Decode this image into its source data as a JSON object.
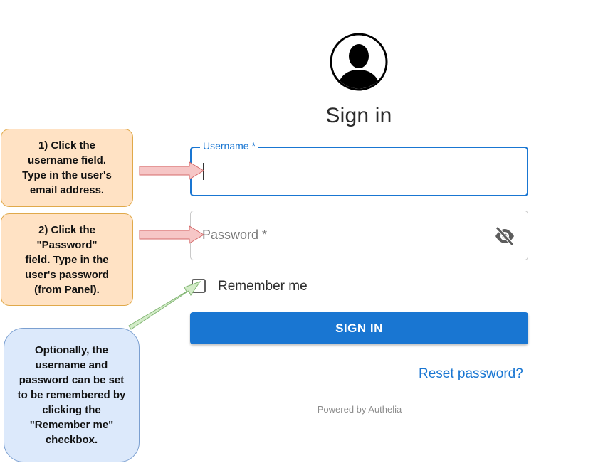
{
  "login": {
    "title": "Sign in",
    "username_label": "Username *",
    "password_label": "Password *",
    "remember_label": "Remember me",
    "signin_button": "SIGN IN",
    "reset_link": "Reset password?",
    "powered_by": "Powered by Authelia"
  },
  "annotations": {
    "step1": "1) Click the\nusername field.\nType in the user's\nemail address.",
    "step2": "2) Click the\n\"Password\"\nfield.  Type in the\nuser's password\n(from Panel).",
    "note": "Optionally, the\nusername and\npassword can be set\nto be remembered by\nclicking the\n\"Remember me\"\ncheckbox."
  },
  "icons": {
    "avatar": "user-avatar-icon",
    "password_toggle": "eye-off-icon"
  },
  "colors": {
    "primary": "#1976d2",
    "callout_orange": "#ffe2c4",
    "callout_blue": "#dce9fb",
    "arrow_red": "#f6c6c6",
    "arrow_green": "#d3ecc8"
  }
}
